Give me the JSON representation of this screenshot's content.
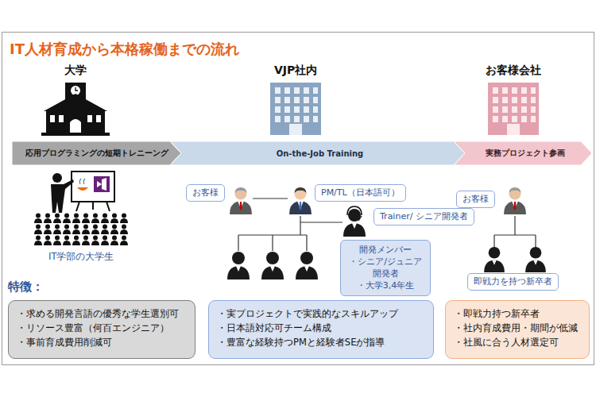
{
  "diagram": {
    "title": "IT人材育成から本格稼働までの流れ",
    "nodes": [
      {
        "text": [
          "応用プログラミングの短期トレニーング"
        ]
      },
      {
        "text": [
          "On-the-Job Training"
        ]
      },
      {
        "text": [
          "実務プロジェクト参画"
        ]
      },
      {
        "text": [
          "お客様"
        ]
      },
      {
        "text": [
          "PM/TL（日本語可）"
        ]
      },
      {
        "text": [
          "Trainer/ シニア開発者"
        ]
      },
      {
        "text": [
          "開発メンバー",
          "・シニア/ジュニア 開発者",
          "・大学3,4年生"
        ]
      },
      {
        "text": [
          "お客様"
        ]
      },
      {
        "text": [
          "即戦力を持つ新卒者"
        ]
      },
      {
        "text": [
          "・求める開発言語の優秀な学生選別可",
          "・リソース豊富（何百エンジニア）",
          "・事前育成費用削減可"
        ]
      },
      {
        "text": [
          "・実プロジェクトで実践的なスキルアップ",
          "・日本語対応可チーム構成",
          "・豊富な経験持つPMと経験者SEが指導"
        ]
      },
      {
        "text": [
          "・即戦力持つ新卒者",
          "・社内育成費用・期間が低減",
          "・社風に合う人材選定可"
        ]
      }
    ],
    "labels": [
      "大学",
      "VJP社内",
      "お客様会社",
      "IT学部の大学生",
      "特徴："
    ]
  }
}
